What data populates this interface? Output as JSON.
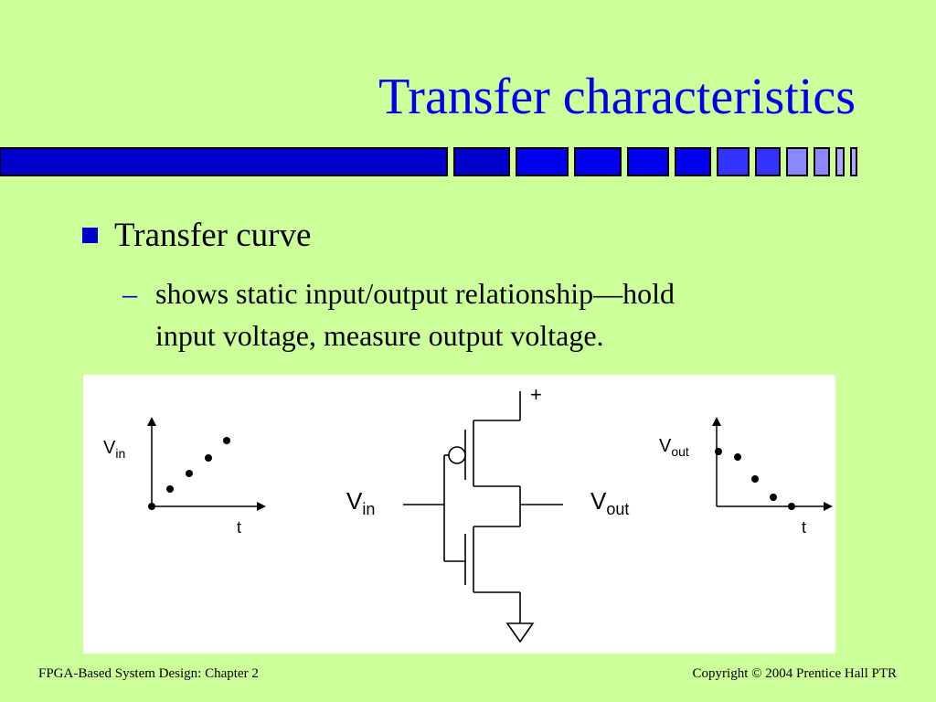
{
  "slide": {
    "title": "Transfer characteristics",
    "bullets": [
      {
        "text": "Transfer curve",
        "sub": [
          "shows static input/output relationship—hold",
          "input voltage, measure output voltage."
        ]
      }
    ]
  },
  "figure": {
    "left_plot": {
      "ylabel_main": "V",
      "ylabel_sub": "in",
      "xlabel": "t"
    },
    "circuit": {
      "input_main": "V",
      "input_sub": "in",
      "output_main": "V",
      "output_sub": "out",
      "supply": "+"
    },
    "right_plot": {
      "ylabel_main": "V",
      "ylabel_sub": "out",
      "xlabel": "t"
    }
  },
  "footer": {
    "left": "FPGA-Based System Design: Chapter 2",
    "right": "Copyright © 2004 Prentice Hall PTR"
  },
  "colors": {
    "background": "#ccff99",
    "title": "#0000ee",
    "bullet": "#0000cc",
    "bar_dark": "#0000cc",
    "bar_mid": "#3333ff",
    "bar_light": "#8888ff"
  }
}
